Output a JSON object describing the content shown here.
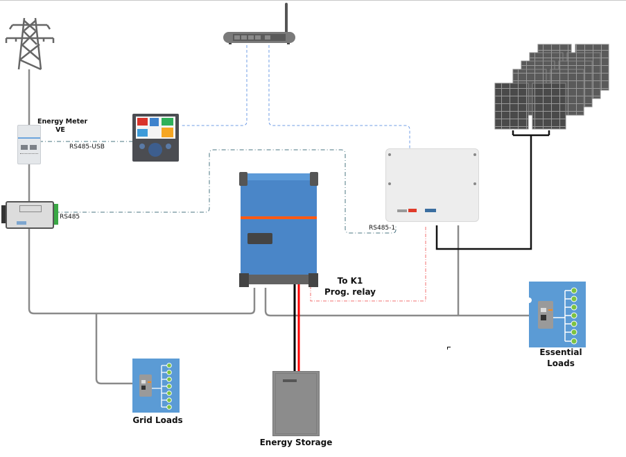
{
  "diagram": {
    "title": "",
    "components": {
      "grid": {
        "name": "Utility Grid",
        "icon": "power-pylon-icon"
      },
      "router": {
        "name": "Router",
        "icon": "router-icon"
      },
      "energy_meter": {
        "label_line1": "Energy Meter",
        "label_line2": "VE",
        "icon": "energy-meter-icon"
      },
      "solaredge_meter": {
        "icon": "modbus-meter-icon"
      },
      "gx_display": {
        "icon": "gx-touch-display-icon"
      },
      "multiplus": {
        "icon": "inverter-charger-icon"
      },
      "pv_inverter": {
        "icon": "solar-inverter-icon"
      },
      "pv_array": {
        "icon": "solar-panels-icon"
      },
      "grid_loads": {
        "label": "Grid Loads",
        "icon": "distribution-board-icon"
      },
      "essential_loads": {
        "label_line1": "Essential",
        "label_line2": "Loads",
        "icon": "distribution-board-icon"
      },
      "energy_storage": {
        "label": "Energy Storage",
        "icon": "battery-cabinet-icon"
      }
    },
    "connection_labels": {
      "rs485_usb": "RS485-USB",
      "rs485": "RS485",
      "rs485_1": "RS485-1",
      "relay_line1": "To K1",
      "relay_line2": "Prog. relay"
    },
    "colors": {
      "ac_wire": "#8a8a8a",
      "dc_negative": "#000000",
      "dc_positive": "#ff0000",
      "ethernet": "#6f9ce6",
      "rs485": "#4a7482",
      "relay": "#f07070",
      "pv_dc": "#111111",
      "load_panel": "#5b9bd5",
      "load_led": "#7cc242",
      "inverter_blue": "#4a86c8"
    }
  }
}
